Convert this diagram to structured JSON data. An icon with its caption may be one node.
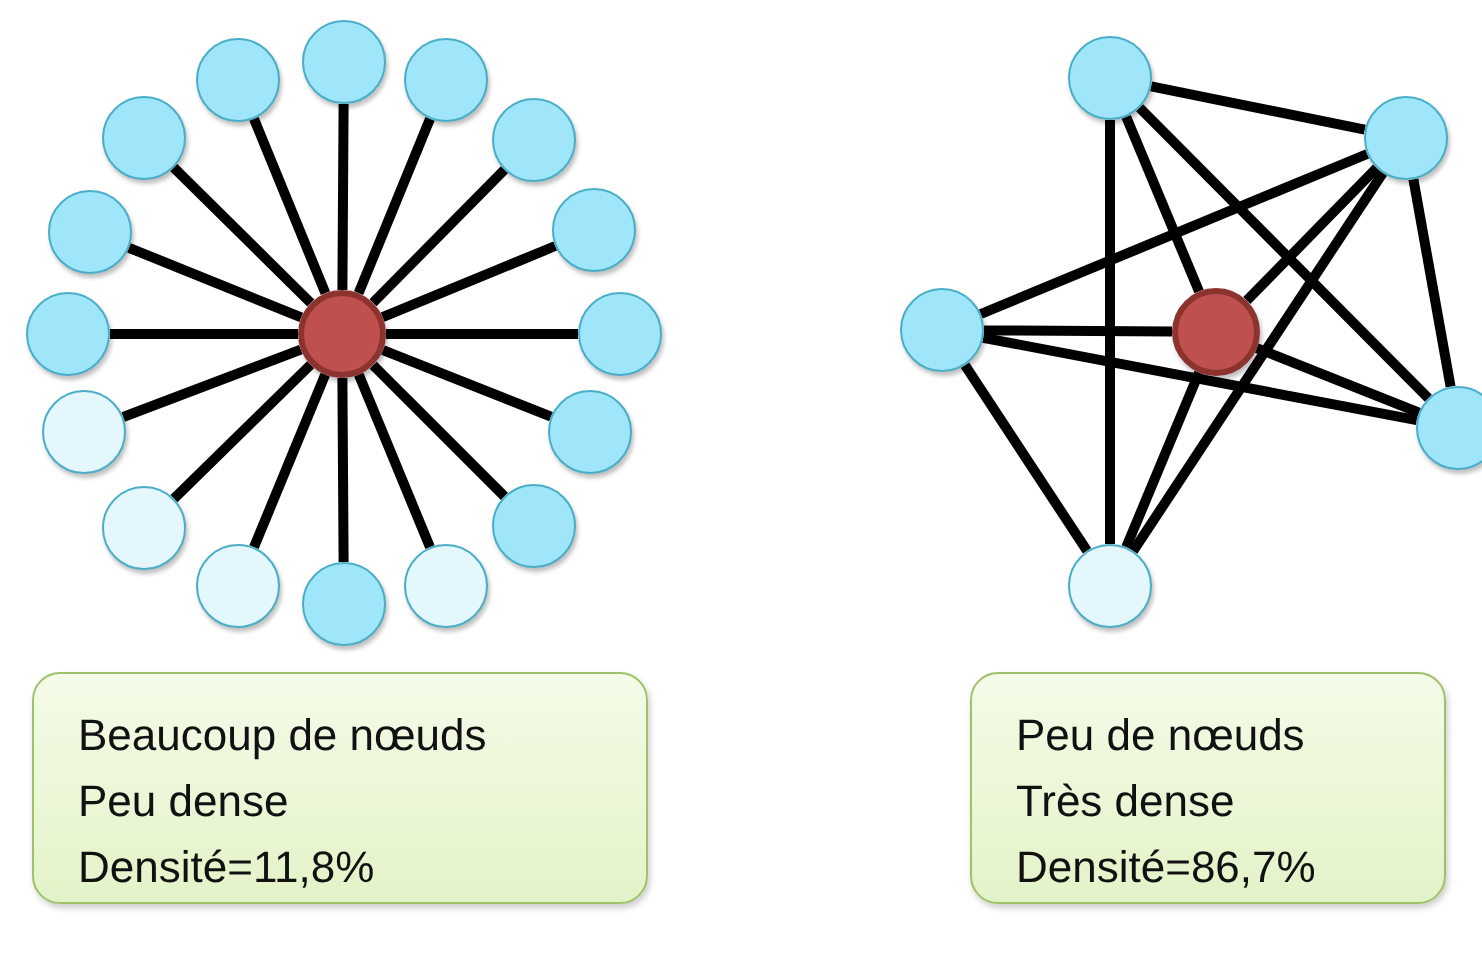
{
  "diagram": {
    "nodes": [
      {
        "text": [],
        "shape": "circle"
      },
      {
        "text": [],
        "shape": "circle"
      },
      {
        "text": [],
        "shape": "circle"
      },
      {
        "text": [],
        "shape": "circle"
      },
      {
        "text": [],
        "shape": "circle"
      },
      {
        "text": [],
        "shape": "circle"
      },
      {
        "text": [],
        "shape": "circle"
      },
      {
        "text": [],
        "shape": "circle"
      },
      {
        "text": [],
        "shape": "circle"
      },
      {
        "text": [],
        "shape": "circle"
      },
      {
        "text": [],
        "shape": "circle"
      },
      {
        "text": [],
        "shape": "circle"
      },
      {
        "text": [],
        "shape": "circle"
      },
      {
        "text": [],
        "shape": "circle"
      },
      {
        "text": [],
        "shape": "circle"
      },
      {
        "text": [],
        "shape": "circle"
      },
      {
        "text": [],
        "shape": "circle"
      },
      {
        "text": [],
        "shape": "circle"
      },
      {
        "text": [],
        "shape": "circle"
      },
      {
        "text": [],
        "shape": "circle"
      },
      {
        "text": [],
        "shape": "circle"
      },
      {
        "text": [],
        "shape": "circle"
      },
      {
        "text": [],
        "shape": "circle"
      },
      {
        "text": [
          "Beaucoup de nœuds",
          "Peu dense",
          "Densité=11,8%"
        ]
      },
      {
        "text": [
          "Peu de nœuds",
          "Très dense",
          "Densité=86,7%"
        ]
      }
    ],
    "edges": [
      {
        "from": 0,
        "to": 1,
        "arrow": "none"
      },
      {
        "from": 0,
        "to": 2,
        "arrow": "none"
      },
      {
        "from": 0,
        "to": 3,
        "arrow": "none"
      },
      {
        "from": 0,
        "to": 4,
        "arrow": "none"
      },
      {
        "from": 0,
        "to": 5,
        "arrow": "none"
      },
      {
        "from": 0,
        "to": 6,
        "arrow": "none"
      },
      {
        "from": 0,
        "to": 7,
        "arrow": "none"
      },
      {
        "from": 0,
        "to": 8,
        "arrow": "none"
      },
      {
        "from": 0,
        "to": 9,
        "arrow": "none"
      },
      {
        "from": 0,
        "to": 10,
        "arrow": "none"
      },
      {
        "from": 0,
        "to": 11,
        "arrow": "none"
      },
      {
        "from": 0,
        "to": 12,
        "arrow": "none"
      },
      {
        "from": 0,
        "to": 13,
        "arrow": "none"
      },
      {
        "from": 0,
        "to": 14,
        "arrow": "none"
      },
      {
        "from": 0,
        "to": 15,
        "arrow": "none"
      },
      {
        "from": 0,
        "to": 16,
        "arrow": "none"
      },
      {
        "from": 17,
        "to": 18,
        "arrow": "none"
      },
      {
        "from": 17,
        "to": 22,
        "arrow": "none"
      },
      {
        "from": 17,
        "to": 20,
        "arrow": "none"
      },
      {
        "from": 17,
        "to": 21,
        "arrow": "none"
      },
      {
        "from": 18,
        "to": 19,
        "arrow": "none"
      },
      {
        "from": 18,
        "to": 20,
        "arrow": "none"
      },
      {
        "from": 18,
        "to": 21,
        "arrow": "none"
      },
      {
        "from": 18,
        "to": 22,
        "arrow": "none"
      },
      {
        "from": 19,
        "to": 20,
        "arrow": "none"
      },
      {
        "from": 19,
        "to": 21,
        "arrow": "none"
      },
      {
        "from": 19,
        "to": 22,
        "arrow": "none"
      },
      {
        "from": 20,
        "to": 22,
        "arrow": "none"
      },
      {
        "from": 20,
        "to": 21,
        "arrow": "none"
      }
    ]
  }
}
